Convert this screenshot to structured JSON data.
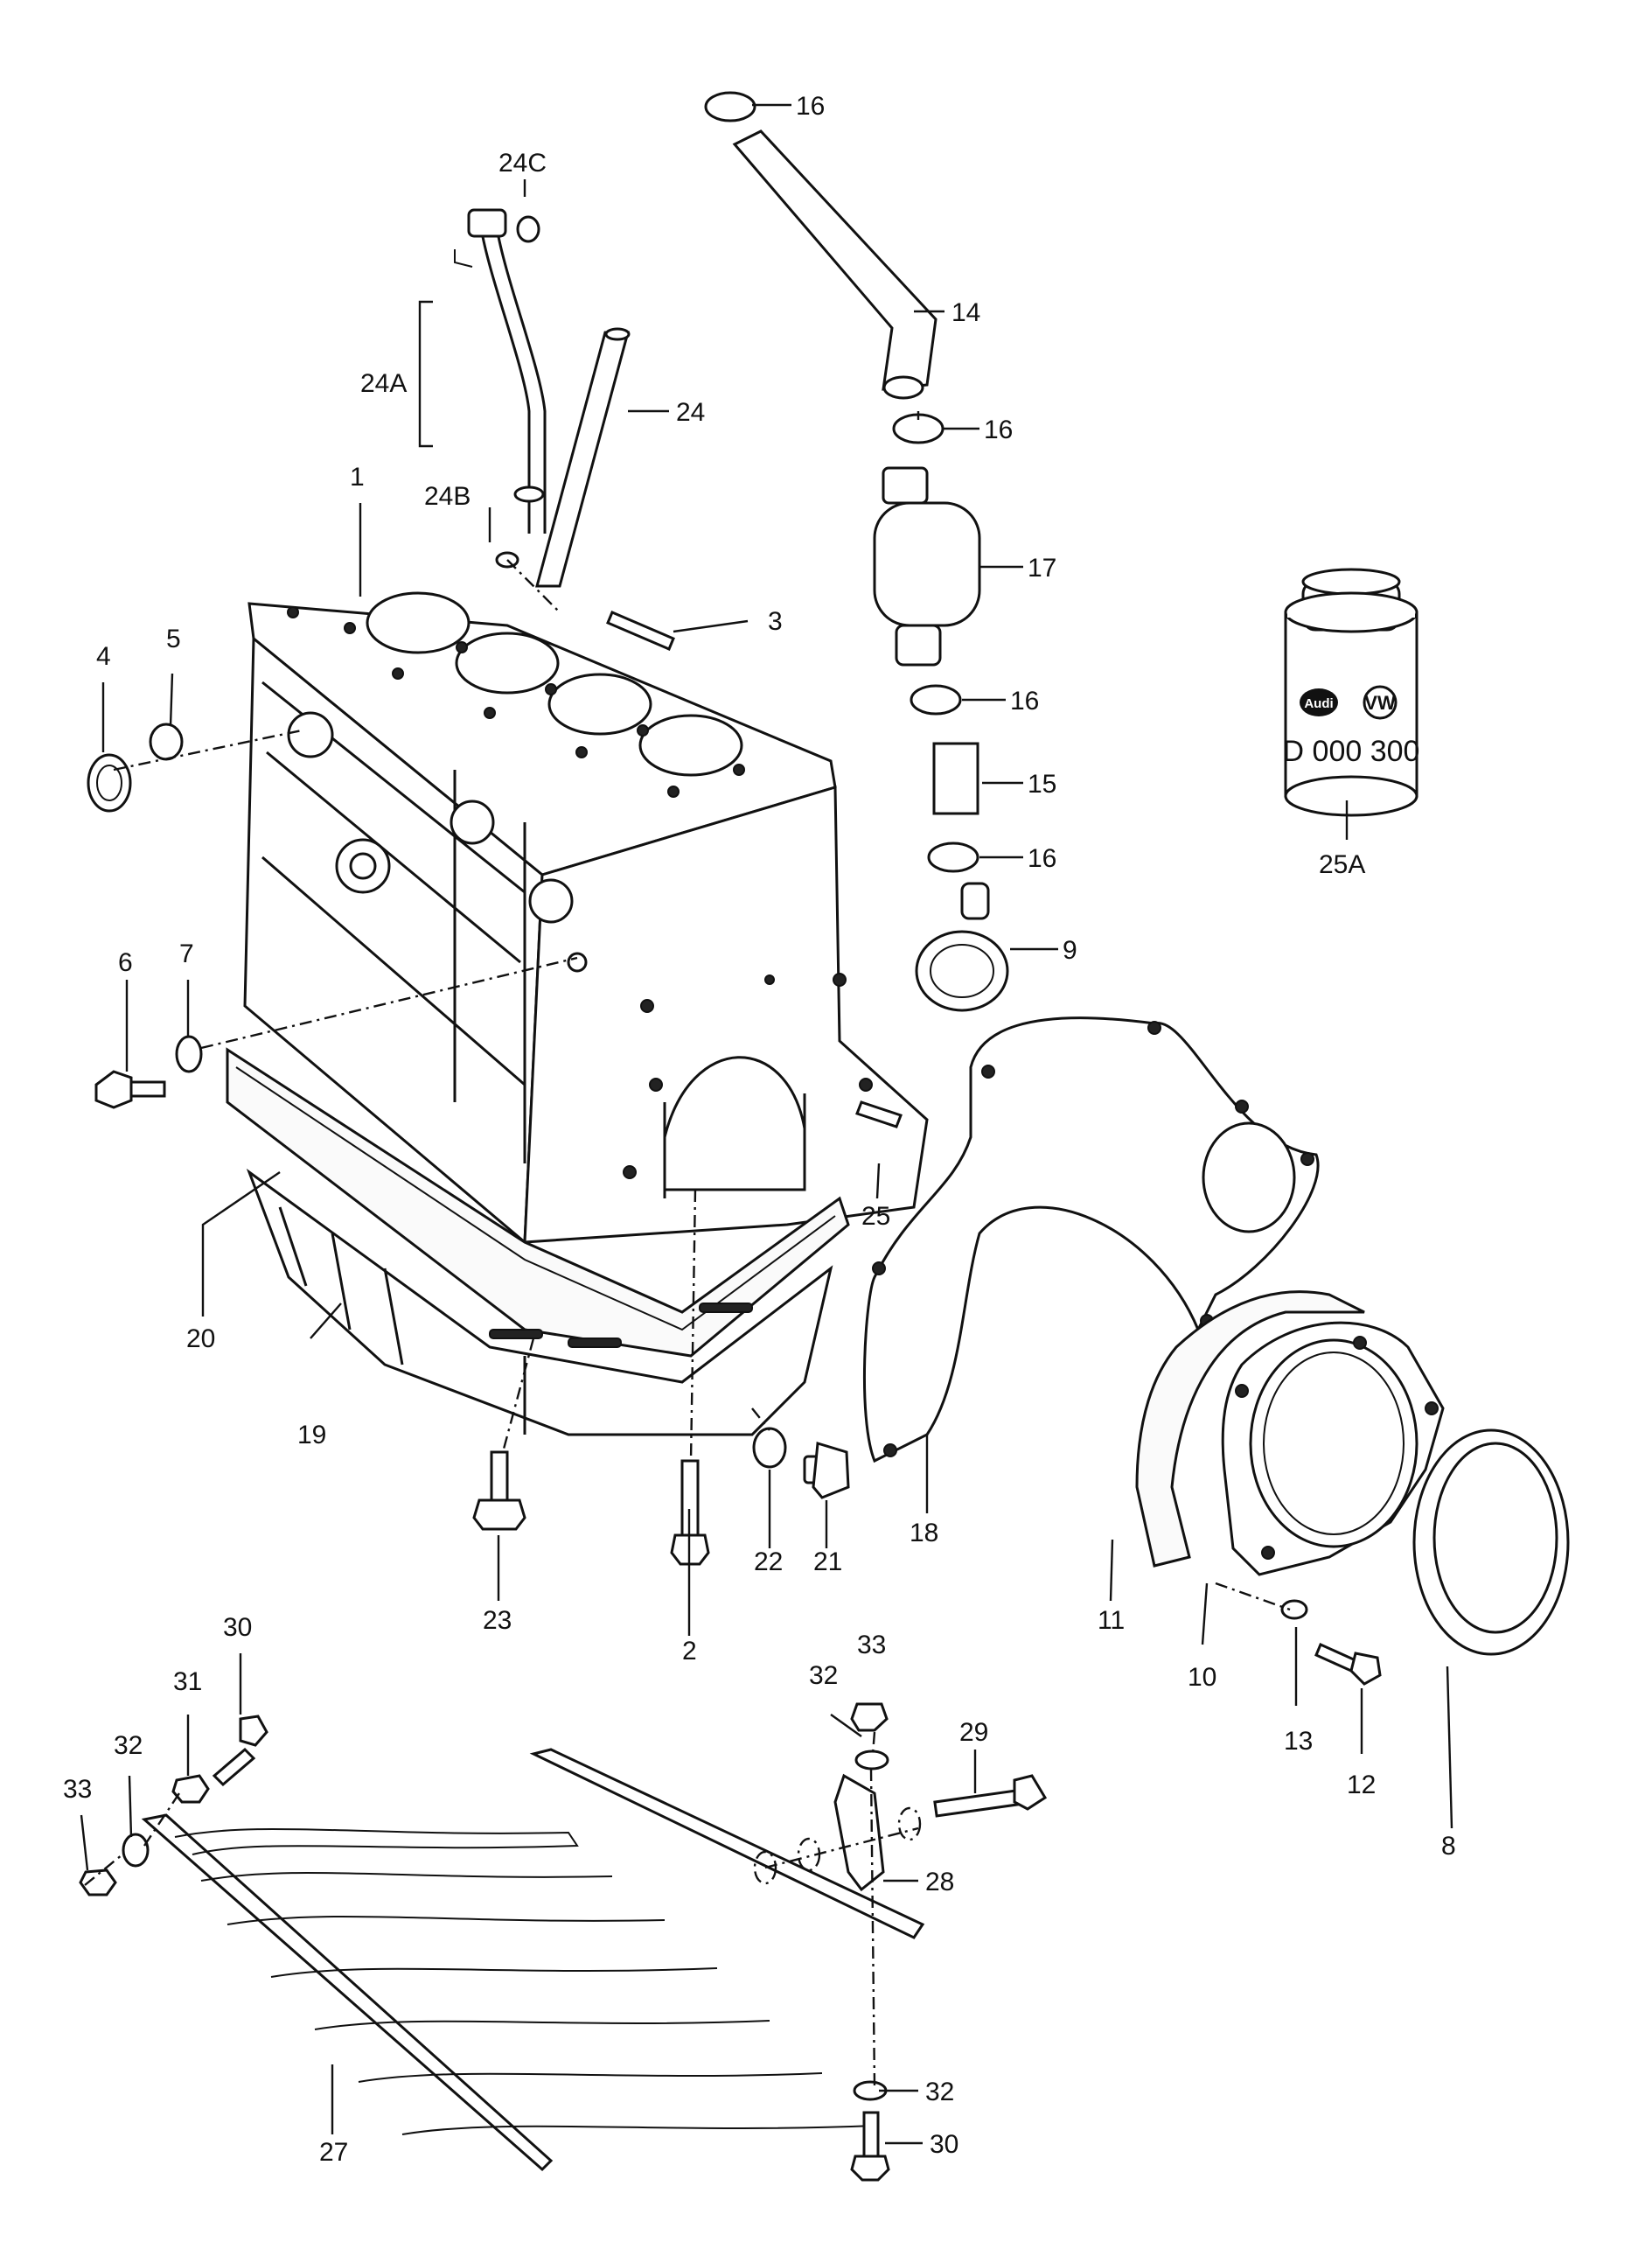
{
  "labels": {
    "p1": "1",
    "p2": "2",
    "p3": "3",
    "p4": "4",
    "p5": "5",
    "p6": "6",
    "p7": "7",
    "p8": "8",
    "p9": "9",
    "p10": "10",
    "p11": "11",
    "p12": "12",
    "p13": "13",
    "p14": "14",
    "p15": "15",
    "p16a": "16",
    "p16b": "16",
    "p16c": "16",
    "p16d": "16",
    "p17": "17",
    "p18": "18",
    "p19": "19",
    "p20": "20",
    "p21": "21",
    "p22": "22",
    "p23": "23",
    "p24": "24",
    "p24a": "24A",
    "p24b": "24B",
    "p24c": "24C",
    "p25": "25",
    "p25a": "25A",
    "p27": "27",
    "p28": "28",
    "p29": "29",
    "p30a": "30",
    "p30b": "30",
    "p31": "31",
    "p32a": "32",
    "p32b": "32",
    "p32c": "32",
    "p33a": "33",
    "p33b": "33"
  },
  "sealant_can": {
    "brand_audi": "Audi",
    "brand_vw": "VW",
    "part_number": "D 000 300"
  }
}
